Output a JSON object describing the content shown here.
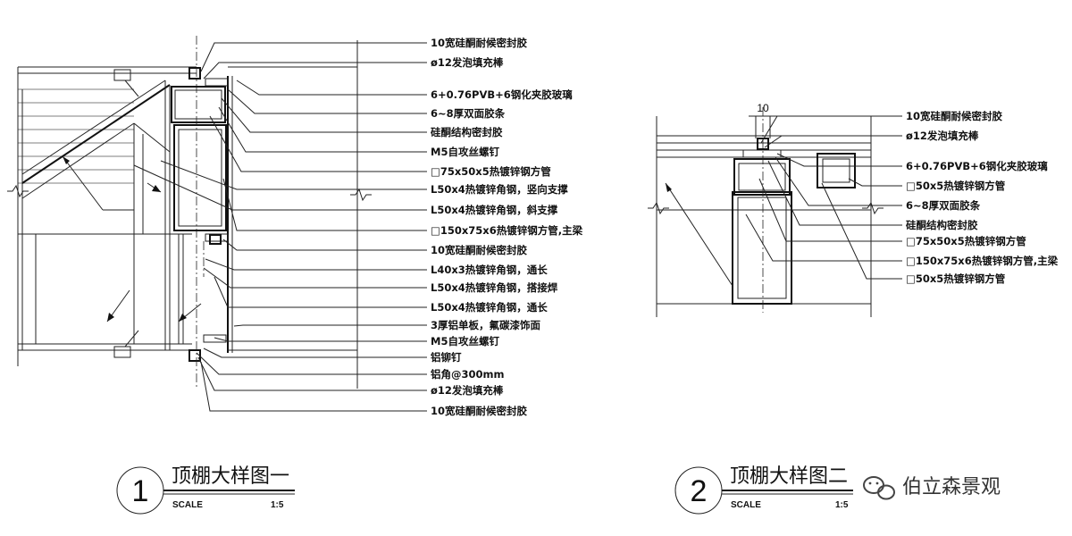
{
  "detail1": {
    "title": "顶棚大样图一",
    "number": "1",
    "scale_label": "SCALE",
    "scale_value": "1:5",
    "labels": [
      "10宽硅酮耐候密封胶",
      "ø12发泡填充棒",
      "6+0.76PVB+6钢化夹胶玻璃",
      "6~8厚双面胶条",
      "硅酮结构密封胶",
      "M5自攻丝螺钉",
      "□75x50x5热镀锌钢方管",
      "L50x4热镀锌角钢，竖向支撑",
      "L50x4热镀锌角钢，斜支撑",
      "□150x75x6热镀锌钢方管,主梁",
      "10宽硅酮耐候密封胶",
      "L40x3热镀锌角钢，通长",
      "L50x4热镀锌角钢，搭接焊",
      "L50x4热镀锌角钢，通长",
      "3厚铝单板，氟碳漆饰面",
      "M5自攻丝螺钉",
      "铝铆钉",
      "铝角@300mm",
      "ø12发泡填充棒",
      "10宽硅酮耐候密封胶"
    ]
  },
  "detail2": {
    "title": "顶棚大样图二",
    "number": "2",
    "scale_label": "SCALE",
    "scale_value": "1:5",
    "dimension": "10",
    "labels": [
      "10宽硅酮耐候密封胶",
      "ø12发泡填充棒",
      "6+0.76PVB+6钢化夹胶玻璃",
      "□50x5热镀锌钢方管",
      "6~8厚双面胶条",
      "硅酮结构密封胶",
      "□75x50x5热镀锌钢方管",
      "□150x75x6热镀锌钢方管,主梁",
      "□50x5热镀锌钢方管"
    ]
  },
  "watermark": "伯立森景观"
}
